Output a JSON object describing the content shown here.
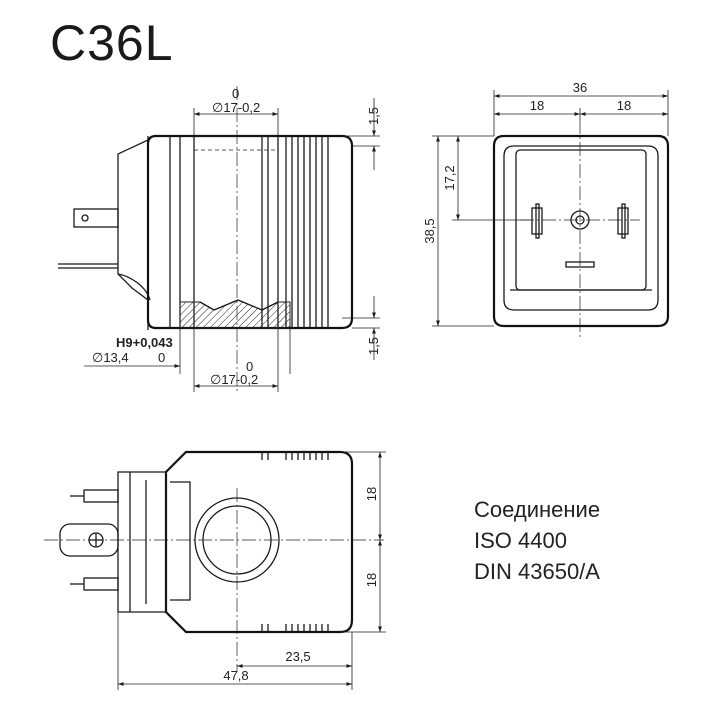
{
  "title": "C36L",
  "connection": {
    "line1": "Соединение",
    "line2": "ISO 4400",
    "line3": "DIN 43650/A"
  },
  "dims": {
    "side_top_tol": "0",
    "side_top_dia": "∅17-0,2",
    "side_top_gap": "1,5",
    "side_bottom_gap": "1,5",
    "side_bore_fit": "H9+0,043",
    "side_bore_dia": "∅13,4",
    "side_bore_tol": "0",
    "side_bottom_tol": "0",
    "side_bottom_dia": "∅17-0,2",
    "front_width": "36",
    "front_half_left": "18",
    "front_half_right": "18",
    "front_height": "38,5",
    "front_pin_height": "17,2",
    "top_half_upper": "18",
    "top_half_lower": "18",
    "top_center": "23,5",
    "top_length": "47,8"
  }
}
